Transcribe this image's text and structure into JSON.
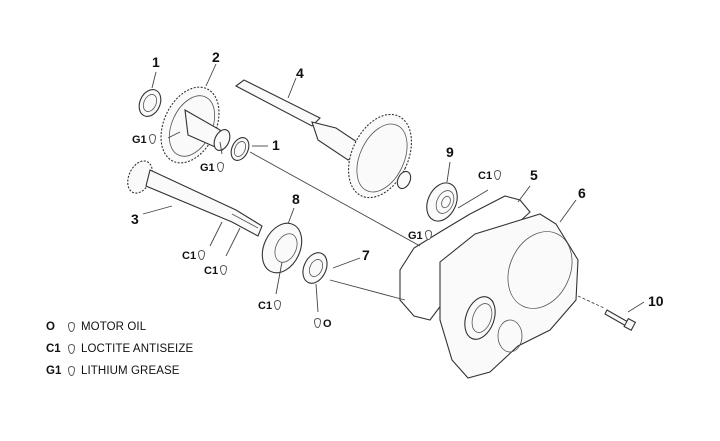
{
  "diagram": {
    "type": "exploded parts view",
    "callouts": [
      {
        "id": "callout-1a",
        "label": "1",
        "part": "washer"
      },
      {
        "id": "callout-2",
        "label": "2",
        "part": "driven gear"
      },
      {
        "id": "callout-4",
        "label": "4",
        "part": "layshaft with gear"
      },
      {
        "id": "callout-1b",
        "label": "1",
        "part": "washer"
      },
      {
        "id": "callout-3",
        "label": "3",
        "part": "output shaft"
      },
      {
        "id": "callout-8",
        "label": "8",
        "part": "bearing"
      },
      {
        "id": "callout-9",
        "label": "9",
        "part": "bearing"
      },
      {
        "id": "callout-5",
        "label": "5",
        "part": "gasket"
      },
      {
        "id": "callout-6",
        "label": "6",
        "part": "transmission cover"
      },
      {
        "id": "callout-7",
        "label": "7",
        "part": "oil seal"
      },
      {
        "id": "callout-10",
        "label": "10",
        "part": "screw"
      }
    ],
    "markers": [
      {
        "code": "G1",
        "near": "gear 2 teeth"
      },
      {
        "code": "G1",
        "near": "gear 2 hub"
      },
      {
        "code": "C1",
        "near": "bearing 9"
      },
      {
        "code": "G1",
        "near": "bearing 9"
      },
      {
        "code": "C1",
        "near": "shaft 3 collar"
      },
      {
        "code": "C1",
        "near": "shaft 3 splines"
      },
      {
        "code": "C1",
        "near": "bearing 8"
      },
      {
        "code": "O",
        "near": "oil seal 7"
      }
    ]
  },
  "legend": [
    {
      "code": "O",
      "text": "MOTOR OIL"
    },
    {
      "code": "C1",
      "text": "LOCTITE ANTISEIZE"
    },
    {
      "code": "G1",
      "text": "LITHIUM GREASE"
    }
  ]
}
